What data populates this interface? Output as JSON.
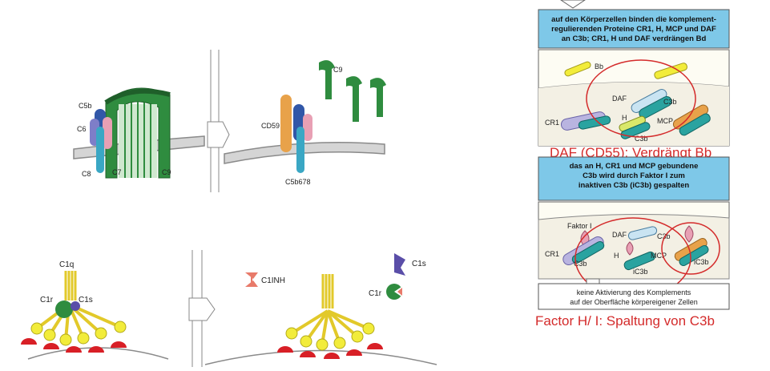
{
  "colors": {
    "mac_green": "#2f8c3f",
    "mac_green_light": "#cfe8cf",
    "membrane": "#8a8a8a",
    "membrane_fill": "#f3f0e4",
    "c8_cyan": "#3aa7c4",
    "c5b_blue": "#3157a8",
    "c6_pink": "#e8a0b4",
    "cd59_orange": "#e8a24a",
    "panel_blue": "#7ec8e8",
    "red_annotation": "#d42b2b",
    "fluid_yellow": "#f2ec3a",
    "fluid_red": "#d81f26"
  },
  "mac_left": {
    "labels": {
      "c5b": "C5b",
      "c6": "C6",
      "c8": "C8",
      "c7": "C7",
      "c9": "C9"
    }
  },
  "mac_right": {
    "labels": {
      "c9": "C9",
      "cd59": "CD59",
      "c5b678": "C5b678"
    }
  },
  "c1_left": {
    "labels": {
      "c1q": "C1q",
      "c1r": "C1r",
      "c1s": "C1s"
    }
  },
  "c1_right": {
    "labels": {
      "c1inh": "C1INH",
      "c1s": "C1s",
      "c1r": "C1r"
    }
  },
  "panel_top": {
    "box_lines": [
      "auf den Körperzellen binden die komplement-",
      "regulierenden Proteine CR1, H, MCP und DAF",
      "an C3b; CR1, H und DAF verdrängen Bd"
    ],
    "labels": {
      "bb": "Bb",
      "daf": "DAF",
      "c3b": "C3b",
      "cr1": "CR1",
      "h": "H",
      "mcp": "MCP",
      "c3b_low": "C3b"
    }
  },
  "annotation_daf": "DAF (CD55): Verdrängt Bb",
  "panel_mid": {
    "box_lines": [
      "das an H, CR1 und MCP gebundene",
      "C3b wird durch Faktor I zum",
      "inaktiven C3b (iC3b) gespalten"
    ],
    "labels": {
      "faktor_i": "Faktor I",
      "daf": "DAF",
      "c3b": "C3b",
      "cr1": "CR1",
      "c3b_low": "C3b",
      "h": "H",
      "ic3b_mid": "iC3b",
      "mcp": "MCP",
      "ic3b_right": "iC3b"
    }
  },
  "panel_bottom": {
    "box_lines": [
      "keine Aktivierung des Komplements",
      "auf der Oberfläche körpereigener Zellen"
    ]
  },
  "annotation_factor": "Factor H/ I: Spaltung von C3b"
}
